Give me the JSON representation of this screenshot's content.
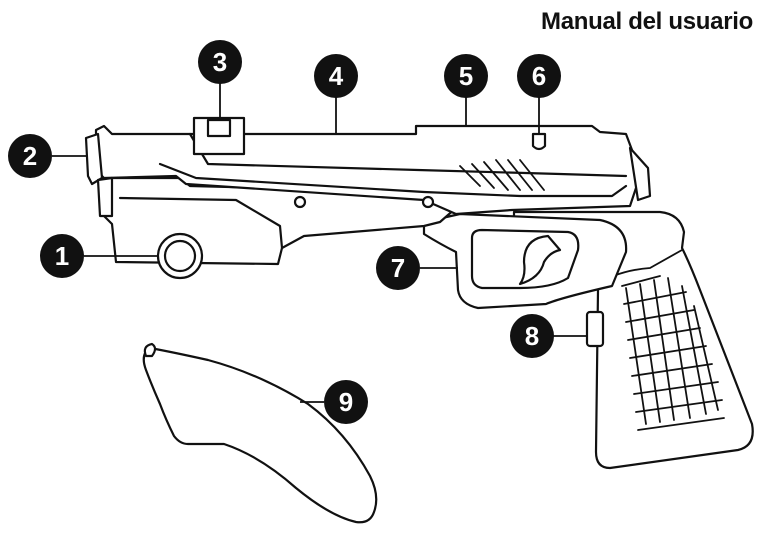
{
  "header": {
    "title": "Manual del usuario"
  },
  "callouts": [
    {
      "id": "1",
      "label": "1"
    },
    {
      "id": "2",
      "label": "2"
    },
    {
      "id": "3",
      "label": "3"
    },
    {
      "id": "4",
      "label": "4"
    },
    {
      "id": "5",
      "label": "5"
    },
    {
      "id": "6",
      "label": "6"
    },
    {
      "id": "7",
      "label": "7"
    },
    {
      "id": "8",
      "label": "8"
    },
    {
      "id": "9",
      "label": "9"
    }
  ],
  "colors": {
    "ink": "#111111",
    "paper": "#ffffff",
    "badge_text": "#ffffff"
  }
}
